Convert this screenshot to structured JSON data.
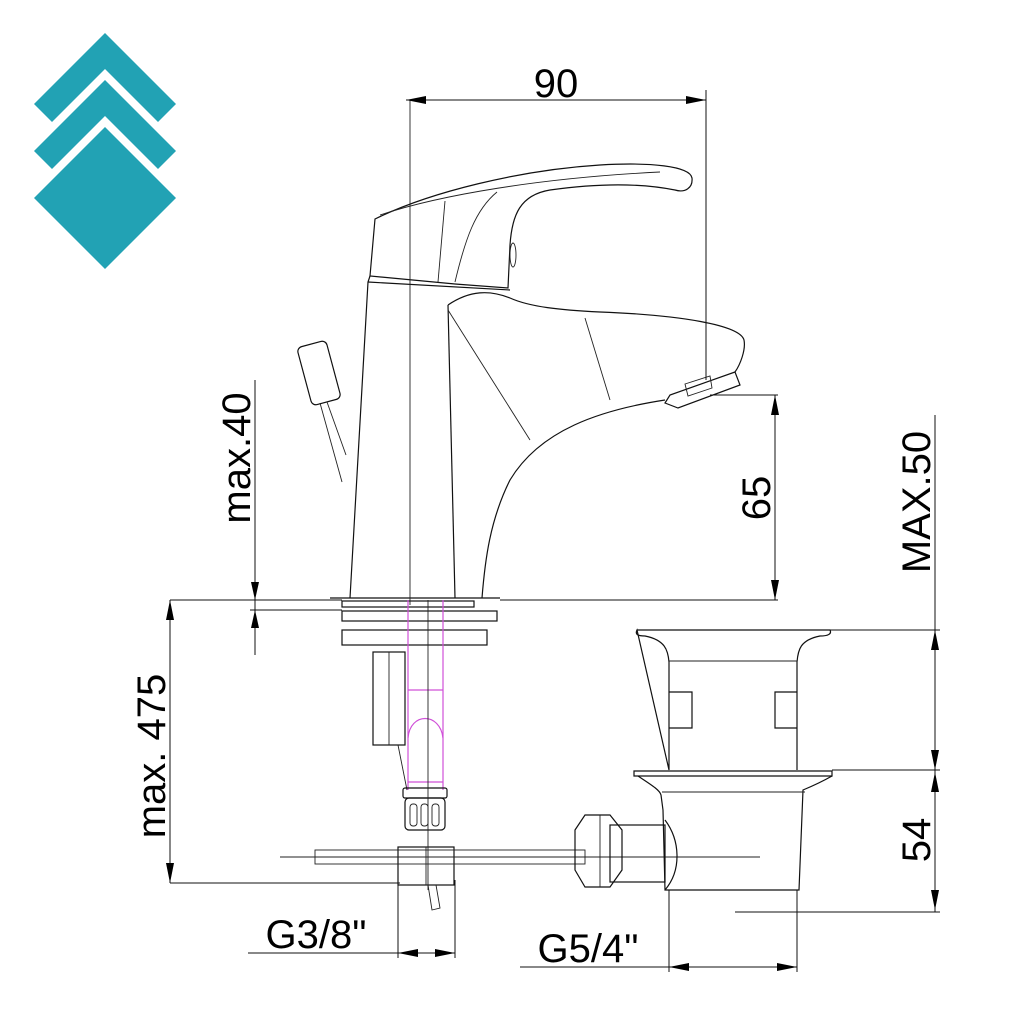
{
  "logo": {
    "name": "brand-logo-chevrons",
    "color": "#22a2b4"
  },
  "drawing": {
    "title": "Single-lever basin mixer with pop-up waste — dimension drawing",
    "line_color": "#111111",
    "hidden_part_color": "#d050d8"
  },
  "dimensions": {
    "spout_reach": "90",
    "spout_height": "65",
    "deck_thickness_max": "max.40",
    "flex_hose_length": "max. 475",
    "waste_height_max": "MAX.50",
    "waste_body_height": "54",
    "supply_thread": "G3/8\"",
    "waste_thread": "G5/4\""
  }
}
